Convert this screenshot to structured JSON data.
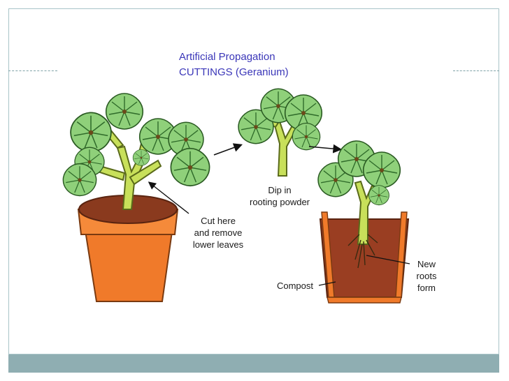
{
  "title": {
    "line1": "Artificial Propagation",
    "line2": "CUTTINGS (Geranium)"
  },
  "labels": {
    "dip": [
      "Dip in",
      "rooting powder"
    ],
    "cut": [
      "Cut here",
      "and remove",
      "lower leaves"
    ],
    "compost": "Compost",
    "roots": [
      "New",
      "roots",
      "form"
    ]
  },
  "colors": {
    "title": "#3a36b8",
    "leaf": "#8fd07a",
    "leaf_vein": "#2f6b2a",
    "stem": "#c8e05a",
    "pot": "#f07a2a",
    "soil": "#8a3a1e",
    "footer": "#8faeb2"
  }
}
